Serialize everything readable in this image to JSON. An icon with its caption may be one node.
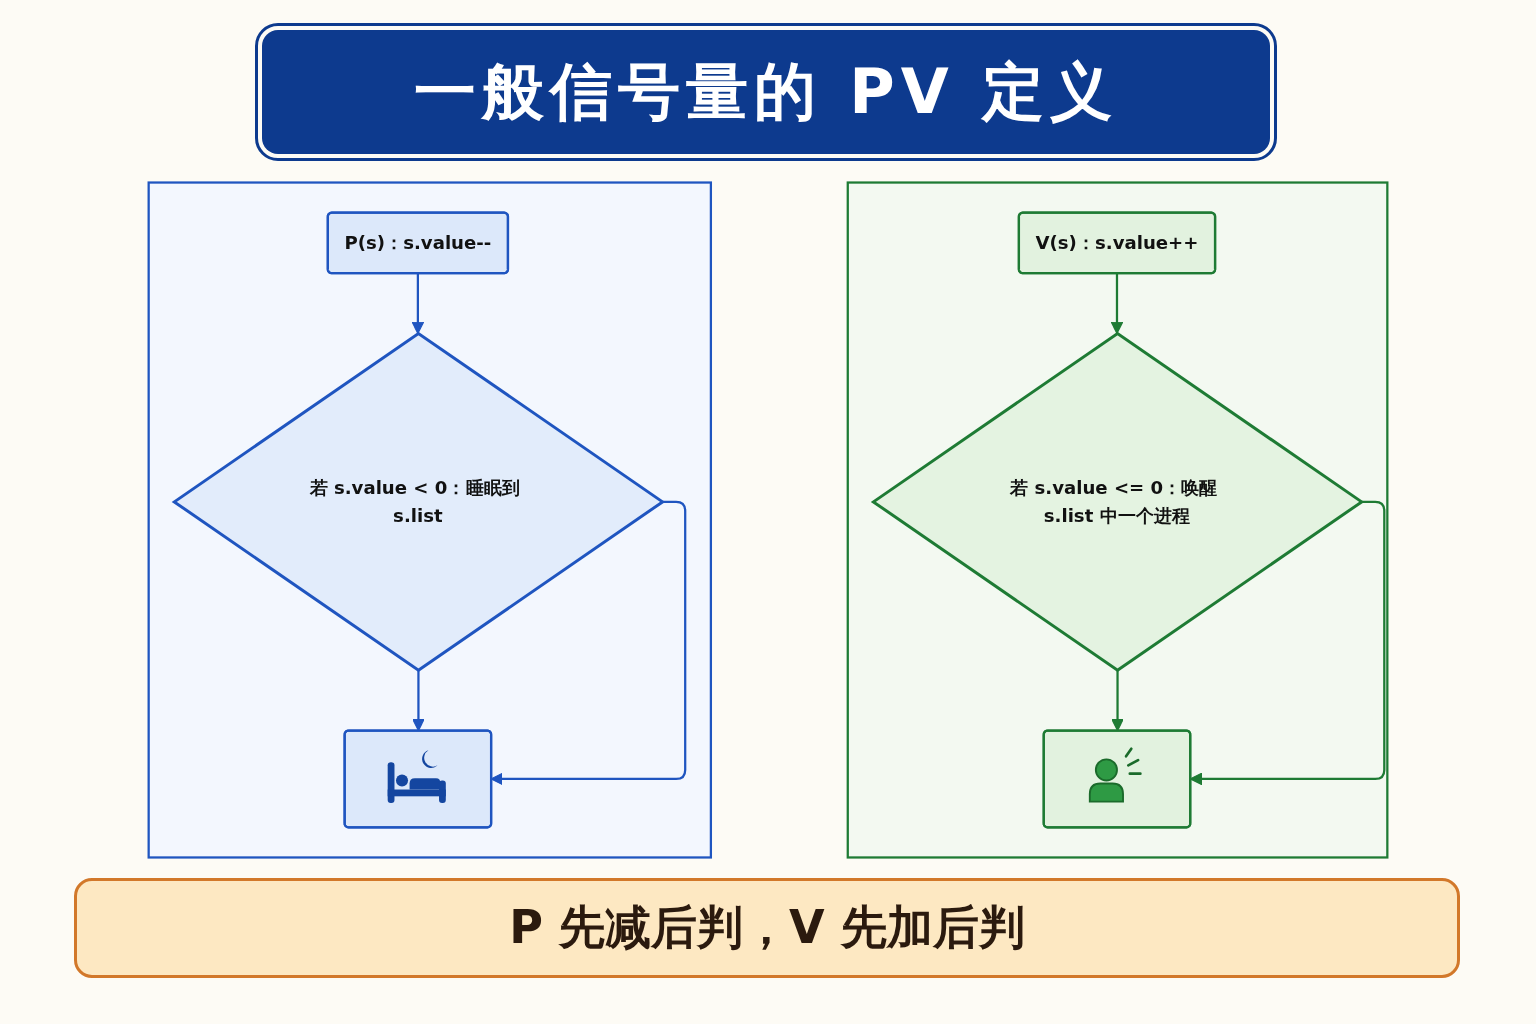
{
  "diagram": {
    "title": "一般信号量的 PV 定义",
    "caption": "P 先减后判，V 先加后判",
    "nodes": [
      {
        "text": [],
        "shape": "box"
      },
      {
        "text": [
          "P(s)：s.value--"
        ],
        "in": 0
      },
      {
        "text": [
          "若 s.value < 0：睡眠到 s.list"
        ],
        "in": 0
      },
      {
        "text": [],
        "shape": "picture",
        "in": 0
      },
      {
        "text": [],
        "shape": "box"
      },
      {
        "text": [
          "V(s)：s.value++"
        ],
        "in": 4
      },
      {
        "text": [
          "若 s.value <= 0：唤醒 s.list 中一个进程"
        ],
        "in": 4
      },
      {
        "text": [],
        "shape": "picture",
        "in": 4
      }
    ],
    "edges": [
      {
        "from": 1,
        "to": 2,
        "arrow": "to",
        "color": "#1f55c0"
      },
      {
        "from": 2,
        "to": 3,
        "arrow": "to",
        "color": "#1f55c0"
      },
      {
        "from": 2,
        "to": 3,
        "arrow": "to",
        "color": "#1f55c0"
      },
      {
        "from": 5,
        "to": 6,
        "arrow": "to",
        "color": "#1e7b34"
      },
      {
        "from": 6,
        "to": 7,
        "arrow": "to",
        "color": "#1e7b34"
      },
      {
        "from": 6,
        "to": 7,
        "arrow": "to",
        "color": "#1e7b34"
      }
    ]
  }
}
